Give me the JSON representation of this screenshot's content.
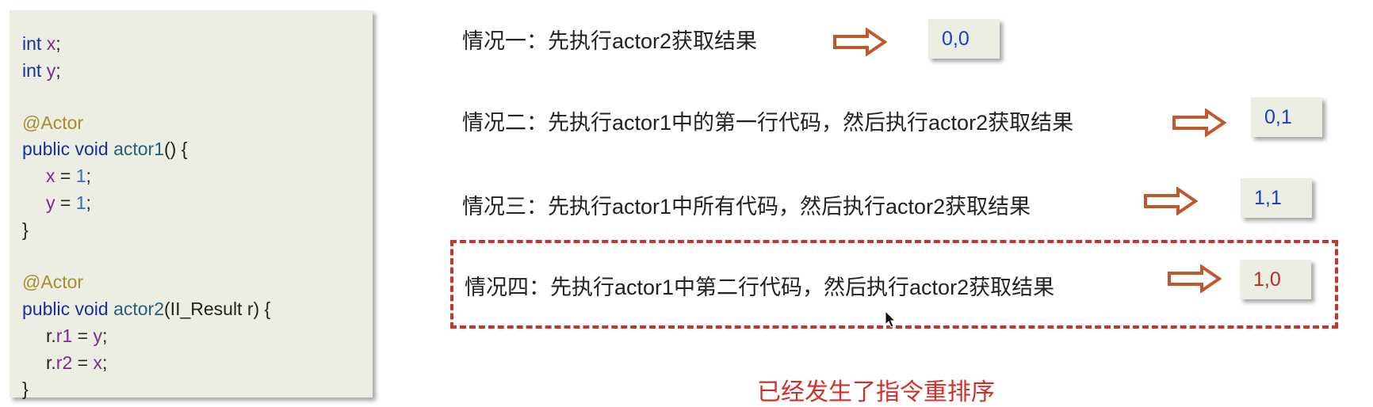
{
  "code": {
    "lines": [
      {
        "t1": "int ",
        "t2": "x",
        ";": ";"
      },
      {
        "t1": "int ",
        "t2": "y",
        ";": ";"
      }
    ],
    "l1_kw": "int",
    "l1_var": "x",
    "l2_kw": "int",
    "l2_var": "y",
    "semi": ";",
    "annotation": "@Actor",
    "public_void": "public void",
    "actor1": "actor1",
    "actor1_rest": "() {",
    "x": "x",
    "y": "y",
    "eq": " = ",
    "one": "1",
    "close": "}",
    "actor2": "actor2",
    "actor2_rest": "(II_Result r) {",
    "r_dot": "r.",
    "r1": "r1",
    "r2": "r2"
  },
  "cases": [
    {
      "label": "情况一：先执行actor2获取结果",
      "result": "0,0",
      "result_color": "#1a3ec0"
    },
    {
      "label": "情况二：先执行actor1中的第一行代码，然后执行actor2获取结果",
      "result": "0,1",
      "result_color": "#1a3ec0"
    },
    {
      "label": "情况三：先执行actor1中所有代码，然后执行actor2获取结果",
      "result": "1,1",
      "result_color": "#1a3ec0"
    },
    {
      "label": "情况四：先执行actor1中第二行代码，然后执行actor2获取结果",
      "result": "1,0",
      "result_color": "#c0281e"
    }
  ],
  "conclusion": "已经发生了指令重排序",
  "colors": {
    "arrow": "#c0582e",
    "highlight": "#c8332a"
  }
}
